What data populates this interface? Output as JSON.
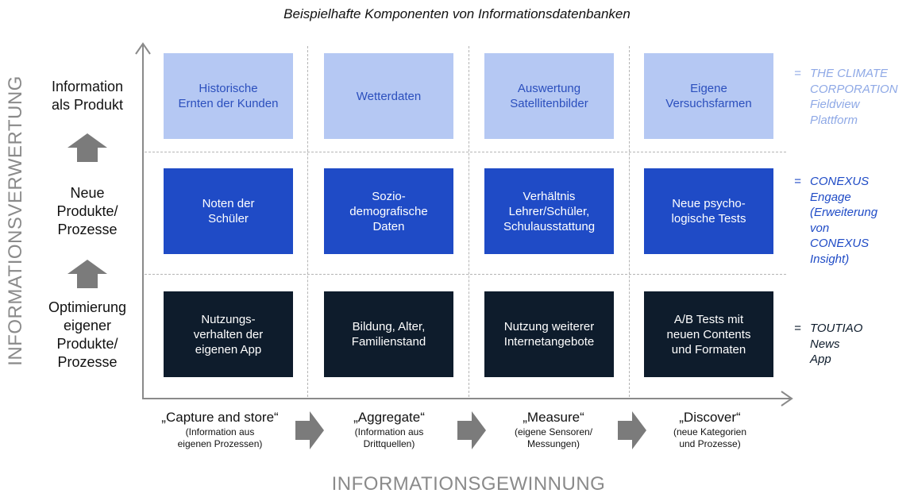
{
  "title": "Beispielhafte Komponenten von Informationsdatenbanken",
  "y_axis_label": "INFORMATIONSVERWERTUNG",
  "x_axis_label": "INFORMATIONSGEWINNUNG",
  "rows": [
    {
      "label": "Information\nals Produkt"
    },
    {
      "label": "Neue\nProdukte/\nProzesse"
    },
    {
      "label": "Optimierung\neigener\nProdukte/\nProzesse"
    }
  ],
  "columns": [
    {
      "title": "„Capture and store“",
      "subtitle": "(Information aus\neigenen Prozessen)"
    },
    {
      "title": "„Aggregate“",
      "subtitle": "(Information aus\nDrittquellen)"
    },
    {
      "title": "„Measure“",
      "subtitle": "(eigene Sensoren/\nMessungen)"
    },
    {
      "title": "„Discover“",
      "subtitle": "(neue Kategorien\nund Prozesse)"
    }
  ],
  "cells": [
    [
      "Historische\nErnten der Kunden",
      "Wetterdaten",
      "Auswertung\nSatellitenbilder",
      "Eigene\nVersuchsfarmen"
    ],
    [
      "Noten der\nSchüler",
      "Sozio-\ndemografische\nDaten",
      "Verhältnis\nLehrer/Schüler,\nSchulausstattung",
      "Neue psycho-\nlogische Tests"
    ],
    [
      "Nutzungs-\nverhalten der\neigenen App",
      "Bildung, Alter,\nFamilienstand",
      "Nutzung weiterer\nInternetangebote",
      "A/B Tests mit\nneuen Contents\nund Formaten"
    ]
  ],
  "legend": [
    {
      "eq": "=",
      "text": "THE CLIMATE\nCORPORATION\nFieldview\nPlattform",
      "color": "#8fa9e6"
    },
    {
      "eq": "=",
      "text": "CONEXUS\nEngage\n(Erweiterung\nvon CONEXUS\nInsight)",
      "color": "#1f4bc6"
    },
    {
      "eq": "=",
      "text": "TOUTIAO\nNews App",
      "color": "#0e1c2c"
    }
  ],
  "colors": {
    "light_cell": "#b5c8f3",
    "mid_cell": "#1f4bc6",
    "dark_cell": "#0e1c2c",
    "arrow": "#7b7b7b",
    "axis": "#8a8a8a"
  }
}
